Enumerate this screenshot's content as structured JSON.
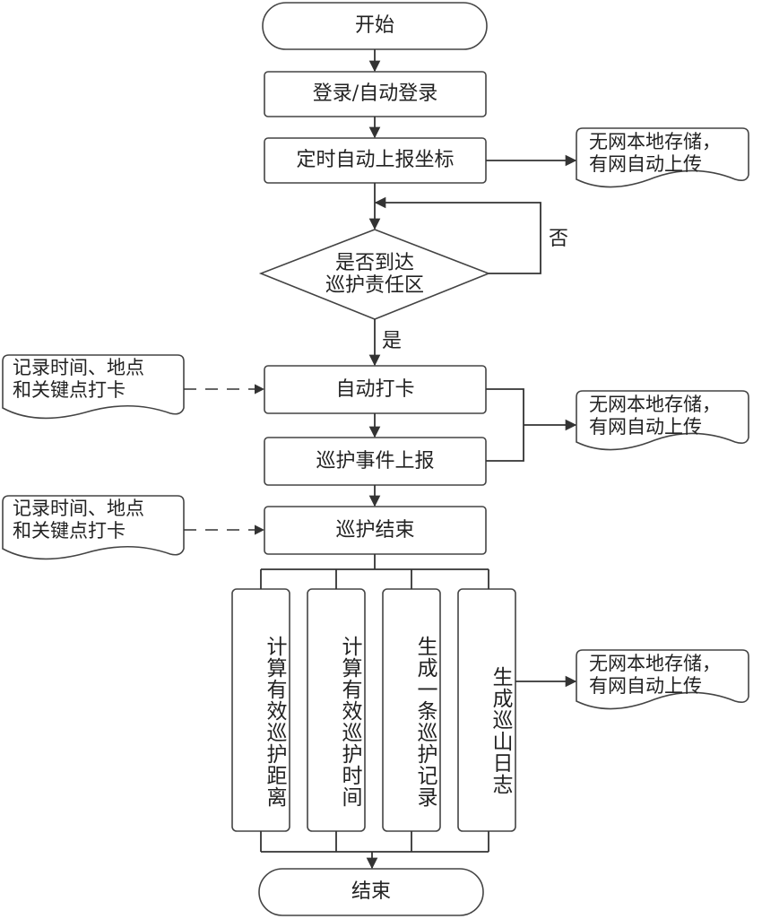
{
  "flowchart": {
    "start": "开始",
    "login": "登录/自动登录",
    "report_coords": "定时自动上报坐标",
    "decision": [
      "是否到达",
      "巡护责任区"
    ],
    "decision_yes": "是",
    "decision_no": "否",
    "auto_checkin": "自动打卡",
    "event_report": "巡护事件上报",
    "patrol_end": "巡护结束",
    "results": [
      "计算有效巡护距离",
      "计算有效巡护时间",
      "生成一条巡护记录",
      "生成巡山日志"
    ],
    "end": "结束",
    "storage_note": [
      "无网本地存储，",
      "有网自动上传"
    ],
    "record_note": [
      "记录时间、地点",
      "和关键点打卡"
    ]
  }
}
